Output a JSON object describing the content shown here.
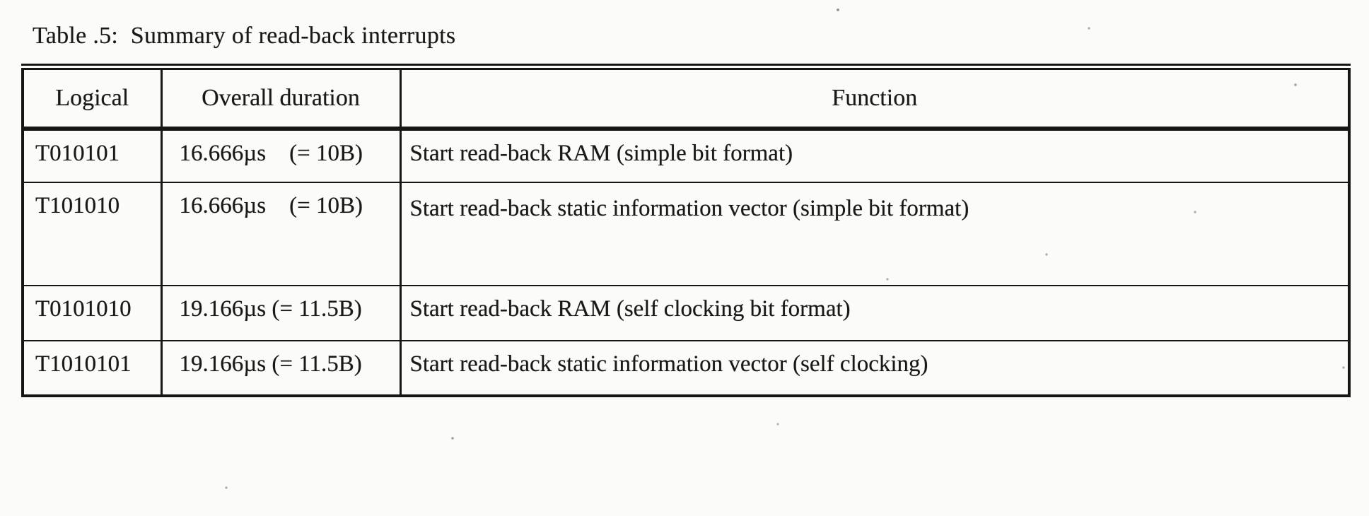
{
  "caption": "Table .5:  Summary of read-back interrupts",
  "table": {
    "headers": [
      "Logical",
      "Overall duration",
      "Function"
    ],
    "rows": [
      {
        "logical": "T010101",
        "duration": "16.666µs    (= 10B)",
        "function": "Start read-back RAM (simple bit format)"
      },
      {
        "logical": "T101010",
        "duration": "16.666µs    (= 10B)",
        "function": "Start read-back static information vector (simple bit format)"
      },
      {
        "logical": "T0101010",
        "duration": "19.166µs (= 11.5B)",
        "function": "Start read-back RAM (self clocking bit format)"
      },
      {
        "logical": "T1010101",
        "duration": "19.166µs (= 11.5B)",
        "function": "Start read-back static information vector (self clocking)"
      }
    ]
  }
}
